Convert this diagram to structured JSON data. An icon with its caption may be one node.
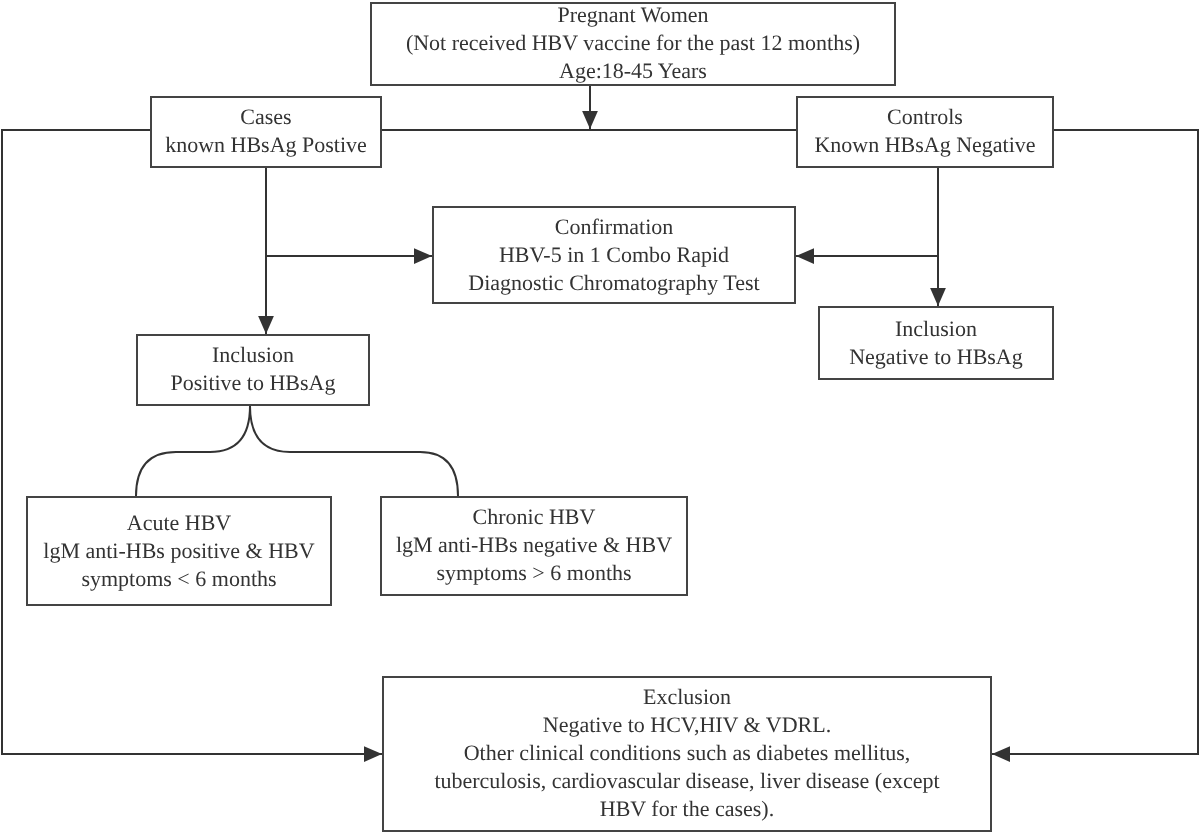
{
  "diagram": {
    "nodes": [
      {
        "text": [
          "Pregnant Women",
          "(Not received HBV vaccine for the past 12 months)",
          "Age:18-45 Years"
        ]
      },
      {
        "text": [
          "Cases",
          "known HBsAg Postive"
        ]
      },
      {
        "text": [
          "Controls",
          "Known HBsAg Negative"
        ]
      },
      {
        "text": [
          "Confirmation",
          "HBV-5 in 1 Combo Rapid Diagnostic Chromatography Test"
        ]
      },
      {
        "text": [
          "Inclusion",
          "Positive to HBsAg"
        ]
      },
      {
        "text": [
          "Inclusion",
          "Negative to HBsAg"
        ]
      },
      {
        "text": [
          "Acute HBV",
          "lgM anti-HBs positive & HBV symptoms < 6 months"
        ]
      },
      {
        "text": [
          "Chronic HBV",
          "lgM anti-HBs negative & HBV symptoms > 6 months"
        ]
      },
      {
        "text": [
          "Exclusion",
          "Negative to HCV,HIV & VDRL.",
          "Other clinical conditions such as diabetes mellitus, tuberculosis, cardiovascular disease, liver disease (except HBV for the cases)."
        ]
      }
    ],
    "edges": [
      {
        "from": 0,
        "to": null,
        "arrow": "to"
      },
      {
        "from": 1,
        "to": 2,
        "arrow": "none"
      },
      {
        "from": 1,
        "to": 3,
        "arrow": "to"
      },
      {
        "from": 1,
        "to": 4,
        "arrow": "to"
      },
      {
        "from": 2,
        "to": 3,
        "arrow": "to"
      },
      {
        "from": 2,
        "to": 5,
        "arrow": "to"
      },
      {
        "from": 4,
        "to": 6,
        "arrow": "none"
      },
      {
        "from": 4,
        "to": 7,
        "arrow": "none"
      },
      {
        "from": 1,
        "to": 8,
        "arrow": "to"
      },
      {
        "from": 2,
        "to": 8,
        "arrow": "to"
      }
    ]
  }
}
